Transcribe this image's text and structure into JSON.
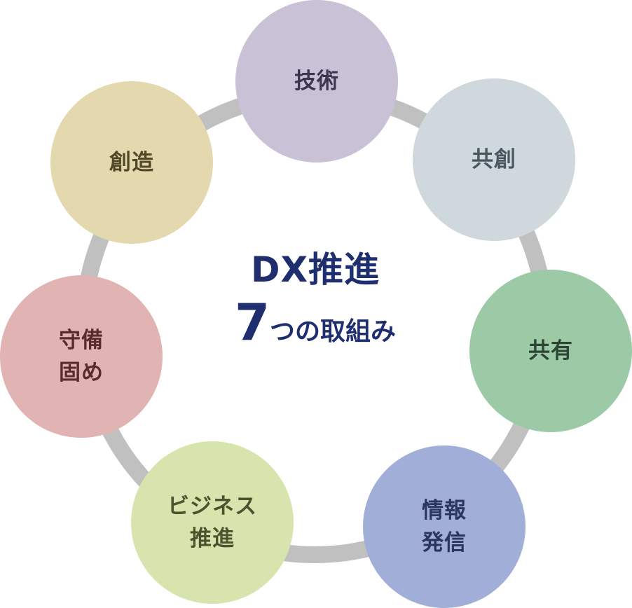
{
  "center": {
    "title": "DX推進",
    "number": "7",
    "subtitle": "つの取組み"
  },
  "nodes": [
    {
      "id": "gijutsu",
      "label": "技術"
    },
    {
      "id": "kyoso",
      "label": "共創"
    },
    {
      "id": "kyoyu",
      "label": "共有"
    },
    {
      "id": "joho",
      "label": "情報\n発信"
    },
    {
      "id": "biz",
      "label": "ビジネス\n推進"
    },
    {
      "id": "shubi",
      "label": "守備\n固め"
    },
    {
      "id": "sozo",
      "label": "創造"
    }
  ],
  "colors": {
    "ring": "#c0c0c0",
    "center_text": "#1f2e6e",
    "gijutsu": "#c9c1d6",
    "kyoso": "#cfd8dd",
    "kyoyu": "#9cc9a6",
    "joho": "#a1afd8",
    "biz": "#d8e4ad",
    "shubi": "#e2b3b3",
    "sozo": "#e3d8ae"
  }
}
